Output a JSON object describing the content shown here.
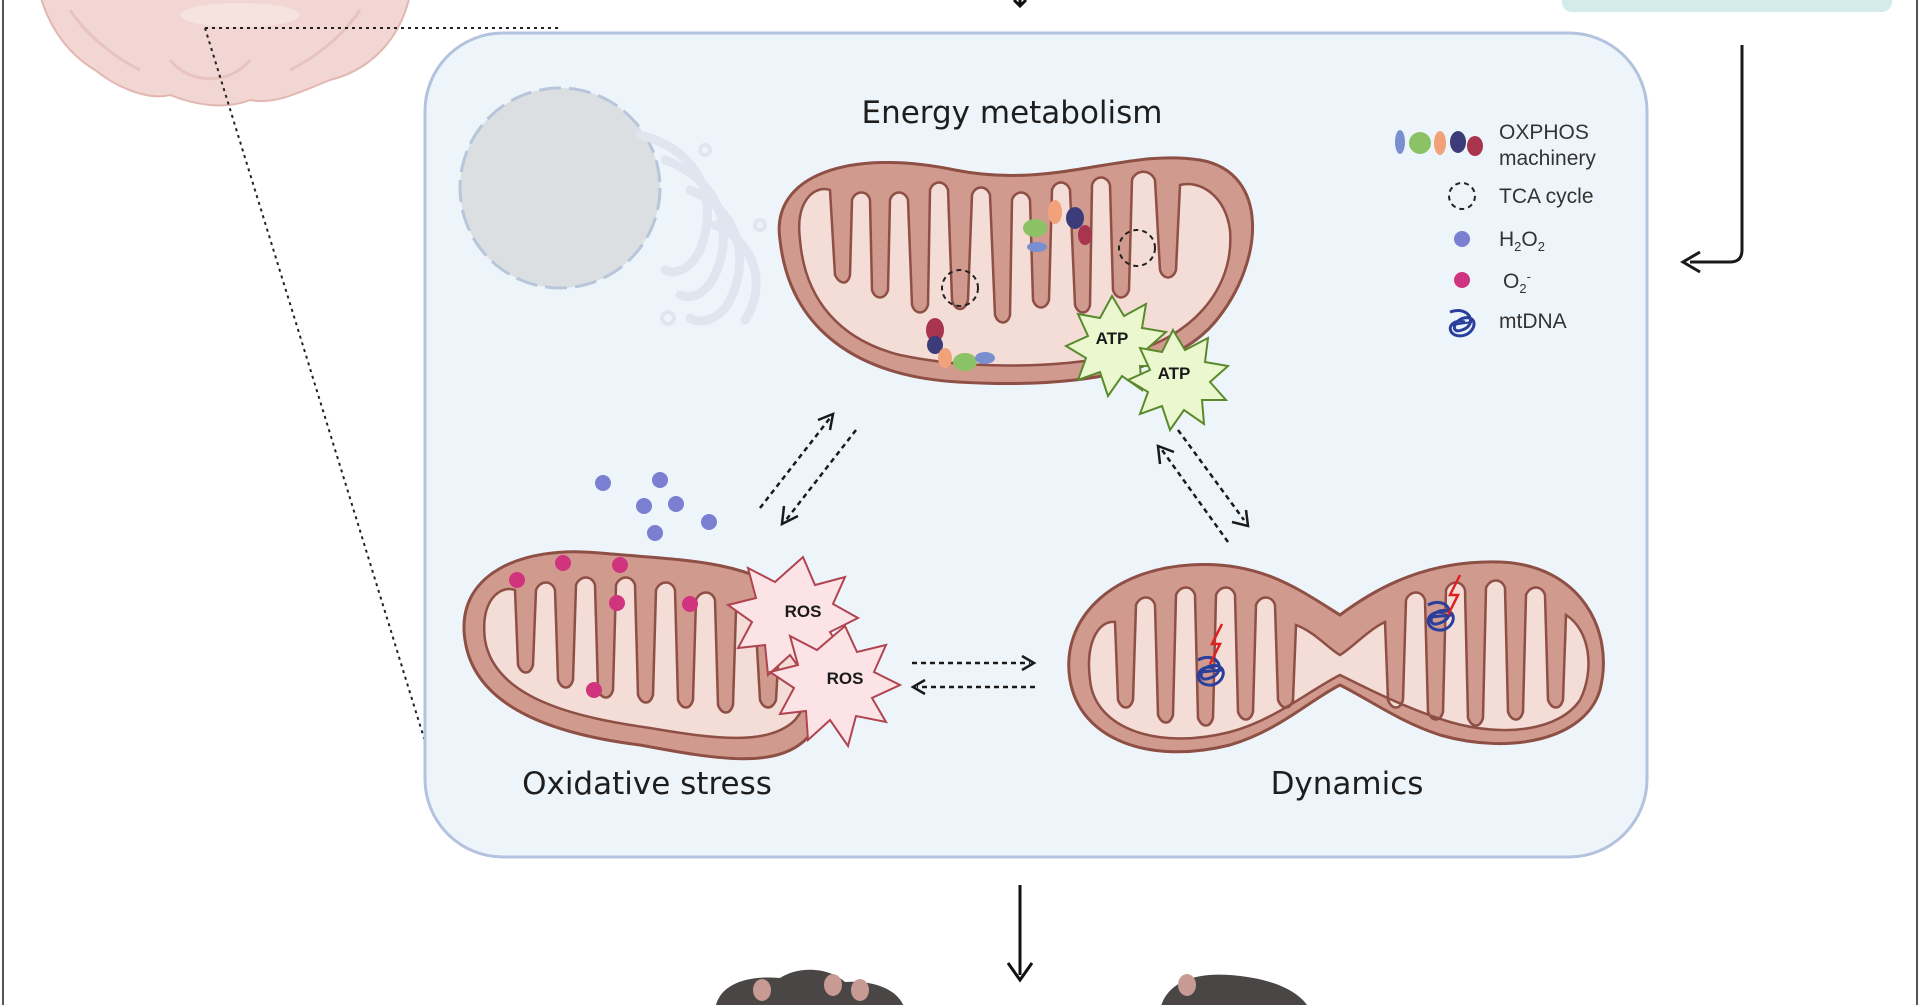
{
  "panel": {
    "title_energy": "Energy metabolism",
    "title_oxidative": "Oxidative stress",
    "title_dynamics": "Dynamics"
  },
  "legend": {
    "oxphos_line1": "OXPHOS",
    "oxphos_line2": "machinery",
    "tca": "TCA cycle",
    "h2o2": "H",
    "h2o2_sub1": "2",
    "h2o2_o": "O",
    "h2o2_sub2": "2",
    "o2": "O",
    "o2_sub": "2",
    "o2_sup": "-",
    "mtdna": "mtDNA"
  },
  "bursts": {
    "atp_1": "ATP",
    "atp_2": "ATP",
    "ros_1": "ROS",
    "ros_2": "ROS"
  },
  "colors": {
    "panel_fill": "#eef5fa",
    "panel_stroke": "#b3c2de",
    "mito_outer": "#d19a8f",
    "mito_inner": "#f4dcd7",
    "mito_stroke": "#8e4f45",
    "h2o2_dot": "#7b7fd1",
    "o2_dot": "#d1347e",
    "atp_fill": "#eaf7cf",
    "ros_fill": "#fbe3e6",
    "teal_box": "#d3ecea"
  }
}
